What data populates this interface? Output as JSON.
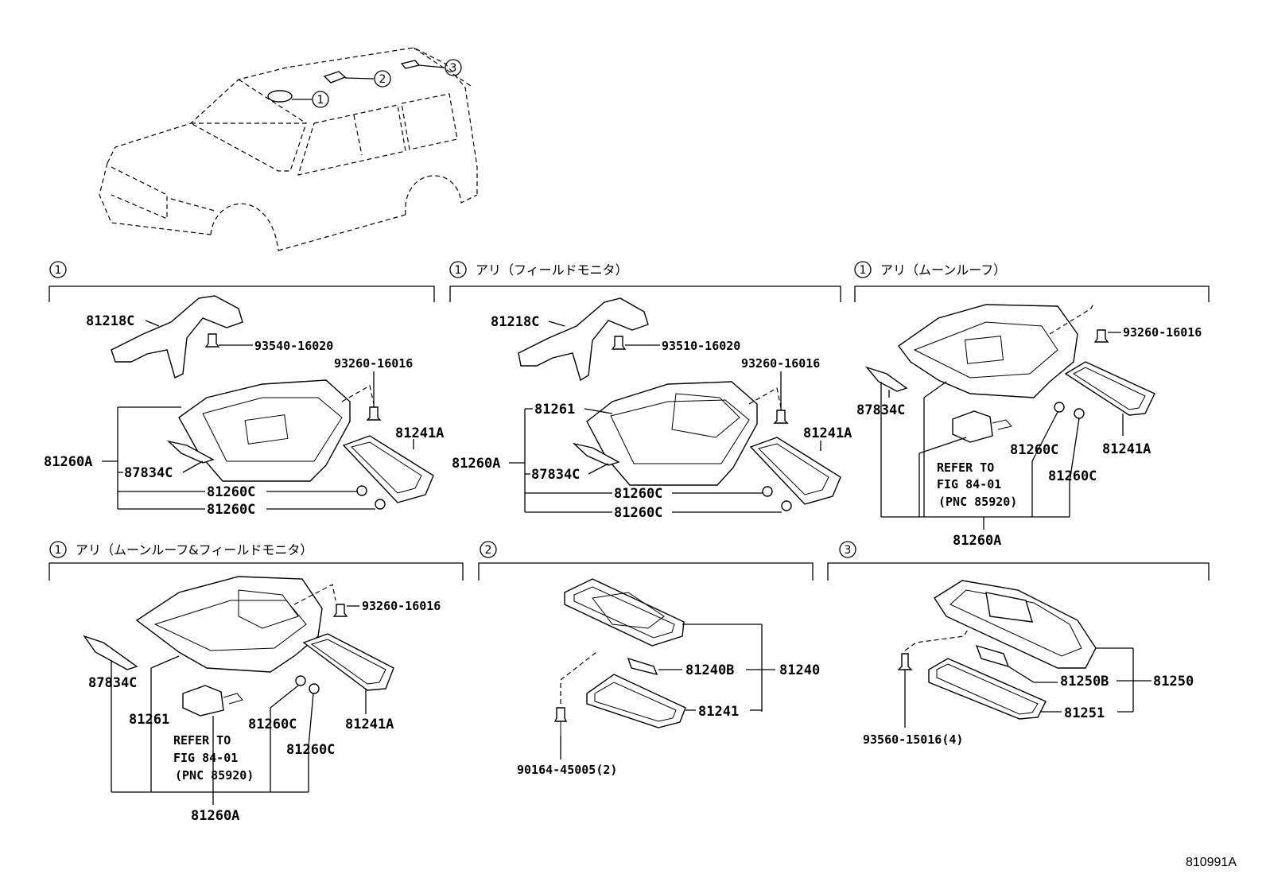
{
  "figure_id": "810991A",
  "overview": {
    "callouts": [
      "1",
      "2",
      "3"
    ]
  },
  "sections": [
    {
      "header_num": "1",
      "header_text": "",
      "labels": {
        "bracket": "81218C",
        "bolt": "93540-16020",
        "screw": "93260-16016",
        "lens": "81241A",
        "assy": "81260A",
        "clip": "87834C",
        "bulb1": "81260C",
        "bulb2": "81260C"
      }
    },
    {
      "header_num": "1",
      "header_text": "アリ（フィールドモニタ）",
      "labels": {
        "bracket": "81218C",
        "bolt": "93510-16020",
        "screw": "93260-16016",
        "housing": "81261",
        "lens": "81241A",
        "assy": "81260A",
        "clip": "87834C",
        "bulb1": "81260C",
        "bulb2": "81260C"
      }
    },
    {
      "header_num": "1",
      "header_text": "アリ（ムーンルーフ）",
      "labels": {
        "screw": "93260-16016",
        "clip": "87834C",
        "bulb1": "81260C",
        "bulb2": "81260C",
        "lens": "81241A",
        "refer": [
          "REFER TO",
          "FIG 84-01",
          "(PNC 85920)"
        ],
        "assy": "81260A"
      }
    },
    {
      "header_num": "1",
      "header_text": "アリ（ムーンルーフ&フィールドモニタ）",
      "labels": {
        "screw": "93260-16016",
        "clip": "87834C",
        "housing": "81261",
        "refer": [
          "REFER TO",
          "FIG 84-01",
          "(PNC 85920)"
        ],
        "bulb1": "81260C",
        "bulb2": "81260C",
        "lens": "81241A",
        "assy": "81260A"
      }
    },
    {
      "header_num": "2",
      "header_text": "",
      "labels": {
        "bulb": "81240B",
        "assy": "81240",
        "lens": "81241",
        "screw": "90164-45005(2)"
      }
    },
    {
      "header_num": "3",
      "header_text": "",
      "labels": {
        "bulb": "81250B",
        "assy": "81250",
        "lens": "81251",
        "screw": "93560-15016(4)"
      }
    }
  ]
}
